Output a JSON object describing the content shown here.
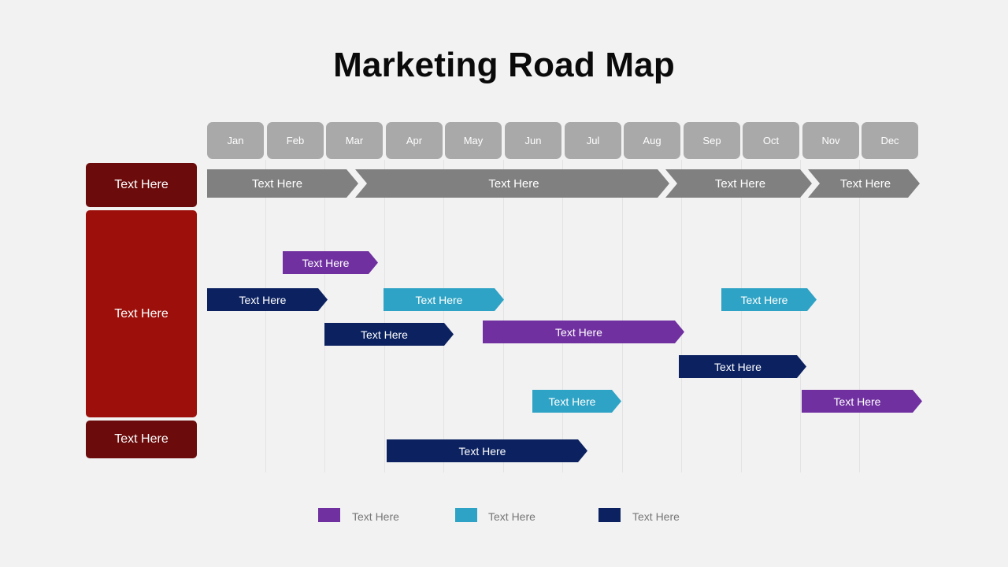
{
  "title": "Marketing Road Map",
  "colors": {
    "background": "#f2f2f3",
    "month_box": "#a9a9a9",
    "phase_bar": "#808080",
    "side_dark": "#6b0b0b",
    "side_red": "#9c0f0a",
    "purple": "#7030a0",
    "teal": "#2ea3c5",
    "navy": "#0b2160"
  },
  "months": [
    "Jan",
    "Feb",
    "Mar",
    "Apr",
    "May",
    "Jun",
    "Jul",
    "Aug",
    "Sep",
    "Oct",
    "Nov",
    "Dec"
  ],
  "sidebar": {
    "top_label": "Text Here",
    "middle_label": "Text Here",
    "bottom_label": "Text Here"
  },
  "phases": [
    {
      "label": "Text Here"
    },
    {
      "label": "Text Here"
    },
    {
      "label": "Text Here"
    },
    {
      "label": "Text Here"
    }
  ],
  "tasks": [
    {
      "label": "Text Here",
      "color": "purple"
    },
    {
      "label": "Text Here",
      "color": "navy"
    },
    {
      "label": "Text Here",
      "color": "teal"
    },
    {
      "label": "Text Here",
      "color": "teal"
    },
    {
      "label": "Text Here",
      "color": "navy"
    },
    {
      "label": "Text Here",
      "color": "purple"
    },
    {
      "label": "Text Here",
      "color": "navy"
    },
    {
      "label": "Text Here",
      "color": "teal"
    },
    {
      "label": "Text Here",
      "color": "purple"
    },
    {
      "label": "Text Here",
      "color": "navy"
    }
  ],
  "legend": [
    {
      "label": "Text Here",
      "color": "purple"
    },
    {
      "label": "Text Here",
      "color": "teal"
    },
    {
      "label": "Text Here",
      "color": "navy"
    }
  ]
}
